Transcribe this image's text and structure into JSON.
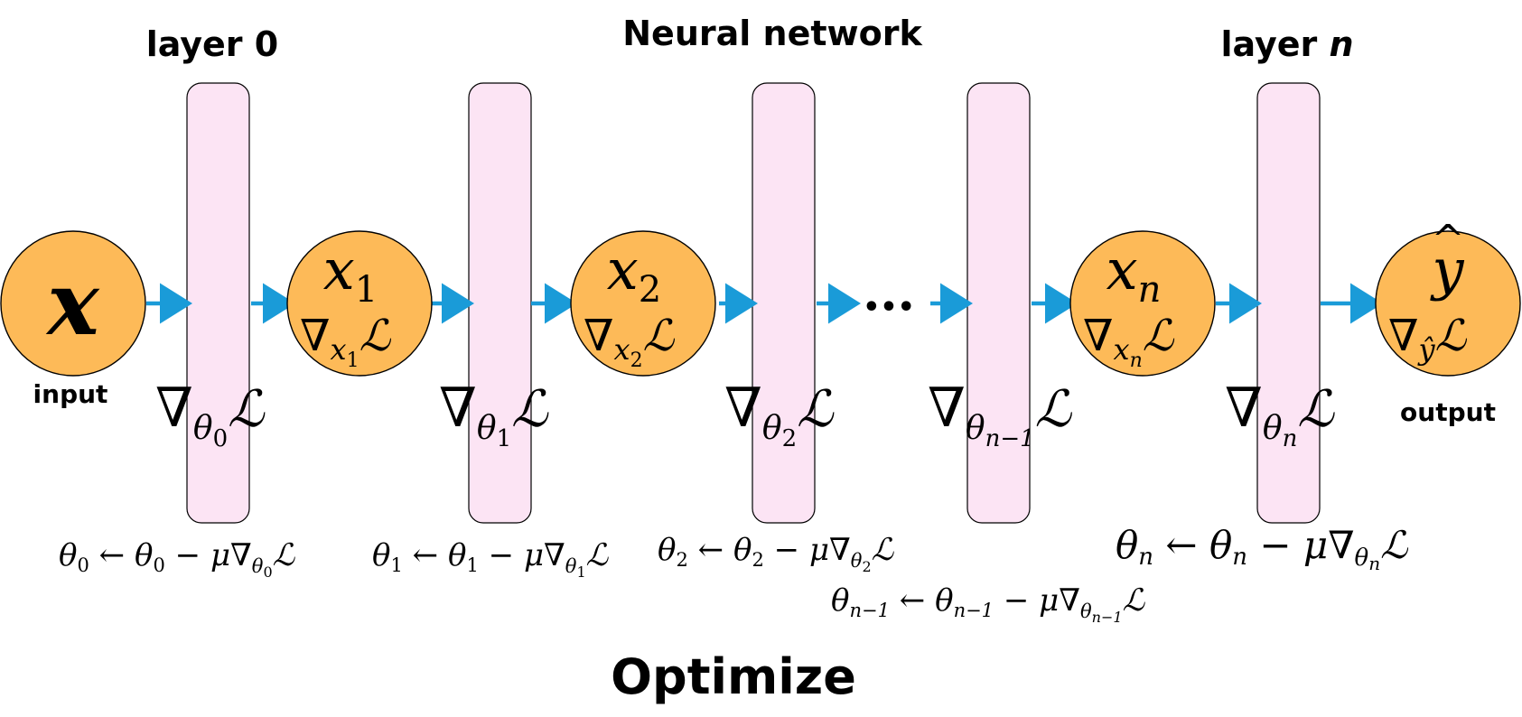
{
  "titles": {
    "main": "Neural network",
    "layer_first": "layer 0",
    "layer_last_prefix": "layer ",
    "layer_last_index": "n",
    "optimize": "Optimize"
  },
  "labels": {
    "input": "input",
    "output": "output",
    "ellipsis": "•••"
  },
  "nodes": [
    {
      "var": "x",
      "sub": "",
      "grad_sub": "",
      "hat": false
    },
    {
      "var": "x",
      "sub": "1",
      "grad_sub": "x",
      "grad_subsub": "1",
      "hat": false
    },
    {
      "var": "x",
      "sub": "2",
      "grad_sub": "x",
      "grad_subsub": "2",
      "hat": false
    },
    {
      "var": "x",
      "sub": "n",
      "grad_sub": "x",
      "grad_subsub": "n",
      "hat": false
    },
    {
      "var": "y",
      "sub": "",
      "grad_sub": "ŷ",
      "grad_subsub": "",
      "hat": true
    }
  ],
  "layers": [
    {
      "param": "θ",
      "sub": "0"
    },
    {
      "param": "θ",
      "sub": "1"
    },
    {
      "param": "θ",
      "sub": "2"
    },
    {
      "param": "θ",
      "sub": "n−1"
    },
    {
      "param": "θ",
      "sub": "n"
    }
  ],
  "symbols": {
    "nabla": "∇",
    "loss": "ℒ",
    "arrow_left": "←",
    "minus": "−",
    "mu": "μ"
  },
  "colors": {
    "node_fill": "#FDBA58",
    "layer_fill": "#FCE4F4",
    "arrow": "#1A9BD8",
    "stroke": "#000000"
  }
}
